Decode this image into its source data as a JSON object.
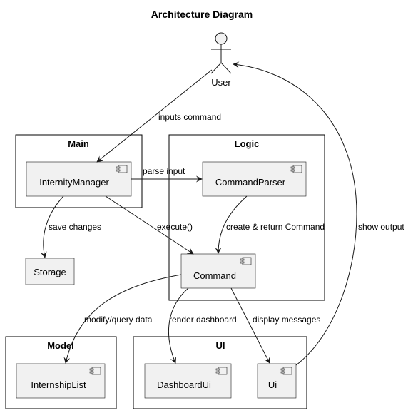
{
  "title": "Architecture Diagram",
  "actor": {
    "label": "User",
    "icon": "stick-figure-icon"
  },
  "packages": {
    "main": "Main",
    "logic": "Logic",
    "model": "Model",
    "ui": "UI"
  },
  "components": {
    "internity_manager": "InternityManager",
    "command_parser": "CommandParser",
    "command": "Command",
    "storage": "Storage",
    "internship_list": "InternshipList",
    "dashboard_ui": "DashboardUi",
    "ui": "Ui"
  },
  "edges": {
    "inputs_command": "inputs command",
    "parse_input": "parse input",
    "save_changes": "save changes",
    "execute": "execute()",
    "create_return": "create & return Command",
    "show_output": "show output",
    "modify_query": "modify/query data",
    "render_dashboard": "render dashboard",
    "display_messages": "display messages"
  },
  "colors": {
    "component_fill": "#f1f1f1",
    "stroke": "#181818"
  }
}
